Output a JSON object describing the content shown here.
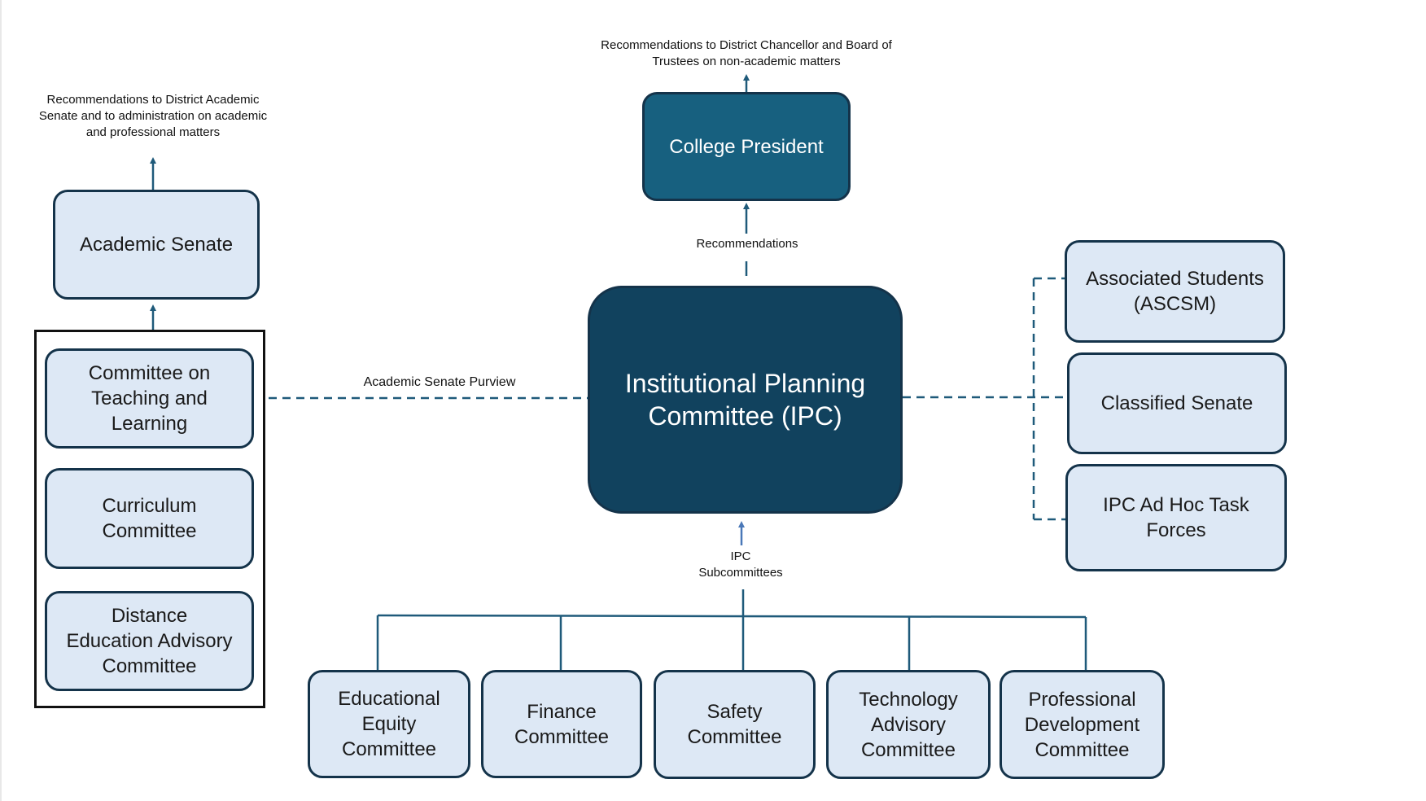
{
  "labels": {
    "district_recs": "Recommendations to District Chancellor and Board of\nTrustees on non-academic matters",
    "academic_recs": "Recommendations to District Academic\nSenate and to administration on academic\nand professional matters",
    "recommendations": "Recommendations",
    "academic_purview": "Academic Senate Purview",
    "ipc_subcommittees": "IPC\nSubcommittees"
  },
  "nodes": {
    "college_president": "College President",
    "academic_senate": "Academic Senate",
    "ipc": "Institutional Planning\nCommittee (IPC)",
    "associated_students": "Associated Students\n(ASCSM)",
    "classified_senate": "Classified Senate",
    "ad_hoc": "IPC Ad Hoc Task\nForces"
  },
  "senate_committees": [
    "Committee on\nTeaching and\nLearning",
    "Curriculum\nCommittee",
    "Distance\nEducation Advisory\nCommittee"
  ],
  "subcommittees": [
    "Educational\nEquity\nCommittee",
    "Finance\nCommittee",
    "Safety\nCommittee",
    "Technology\nAdvisory\nCommittee",
    "Professional\nDevelopment\nCommittee"
  ],
  "colors": {
    "dark_navy": "#11425e",
    "teal_blue": "#17607f",
    "light_box": "#dde8f5",
    "connector": "#1f5a7a",
    "arrow_blue": "#4a78b8"
  }
}
